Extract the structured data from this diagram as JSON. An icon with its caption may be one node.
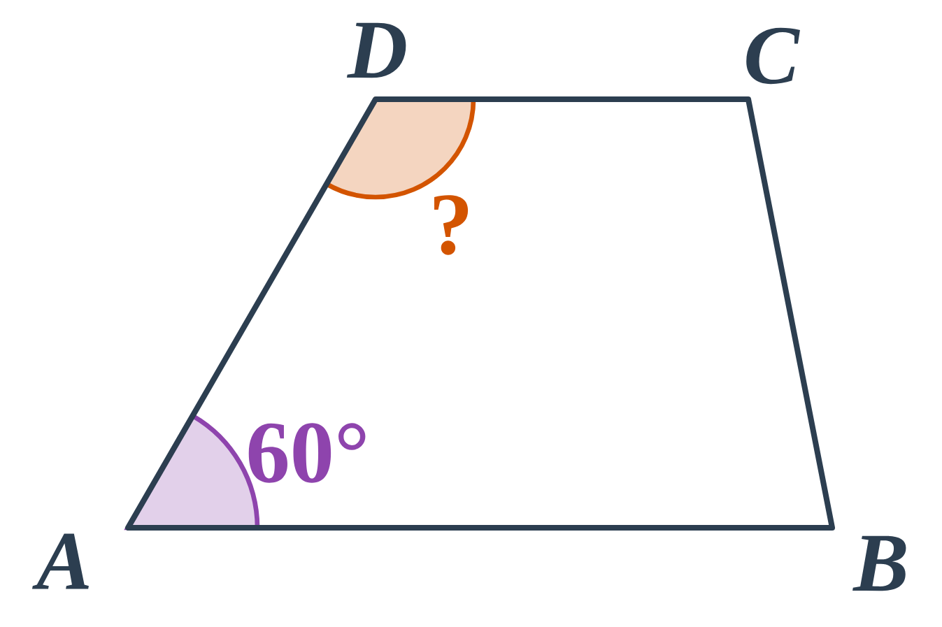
{
  "diagram": {
    "labels": [
      "D",
      "C",
      "?",
      "60°",
      "A",
      "B"
    ]
  }
}
